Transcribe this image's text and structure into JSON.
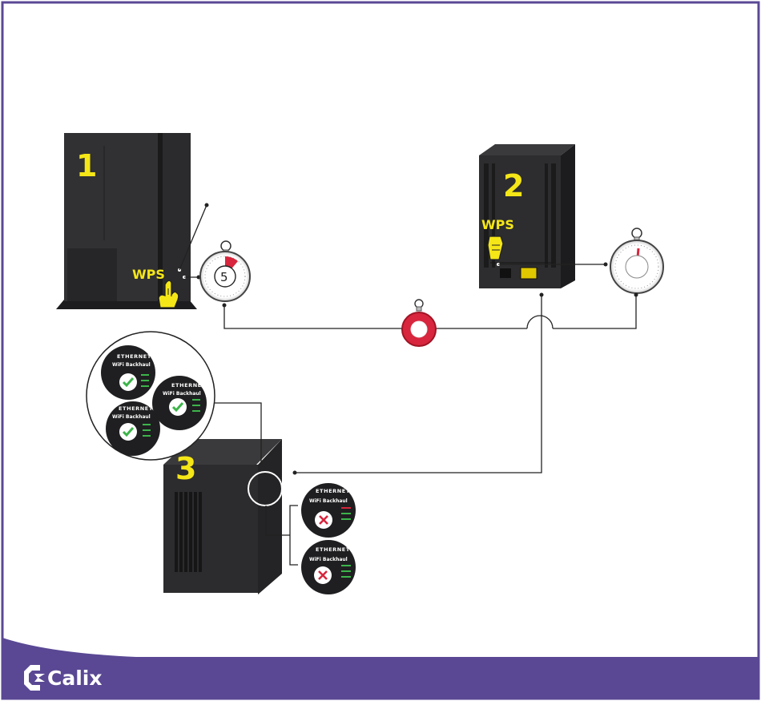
{
  "steps": {
    "step1": "1",
    "step2": "2",
    "step3": "3"
  },
  "wps_label": "WPS",
  "timer_value": "5",
  "panel_a": {
    "title": "ETHERNET",
    "subtitle": "WiFi Backhaul"
  },
  "brand": {
    "name": "Calix",
    "color": "#5a4894"
  },
  "colors": {
    "frame": "#5a4894",
    "highlight": "#f5e617",
    "device": "#2a2a2c",
    "success": "#3cb44a",
    "fail": "#d7263d"
  },
  "icons": {
    "press": "pointing-hand-icon",
    "timer": "stopwatch-icon",
    "ok": "check-icon",
    "bad": "x-icon"
  }
}
